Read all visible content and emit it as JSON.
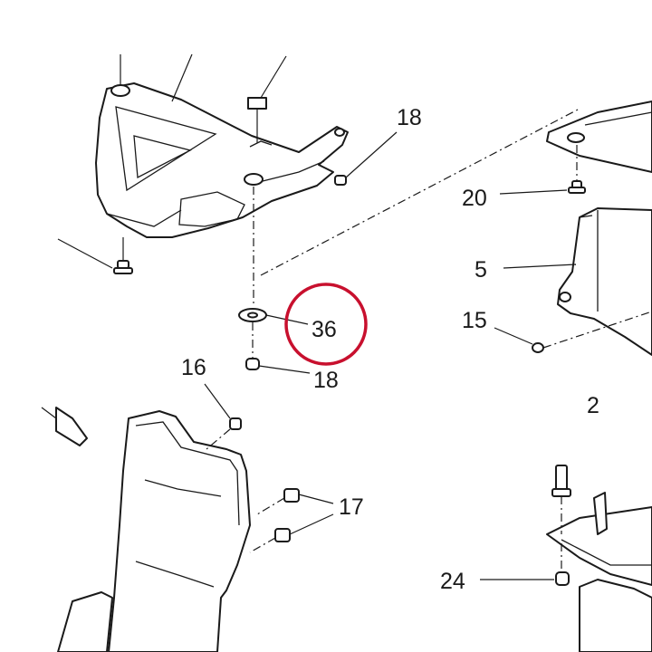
{
  "callouts": {
    "c18a": "18",
    "c20": "20",
    "c5": "5",
    "c15": "15",
    "c36": "36",
    "c18b": "18",
    "c16": "16",
    "c17": "17",
    "c24": "24",
    "c2": "2"
  },
  "highlight": {
    "target": "36",
    "color": "#c8102e"
  }
}
